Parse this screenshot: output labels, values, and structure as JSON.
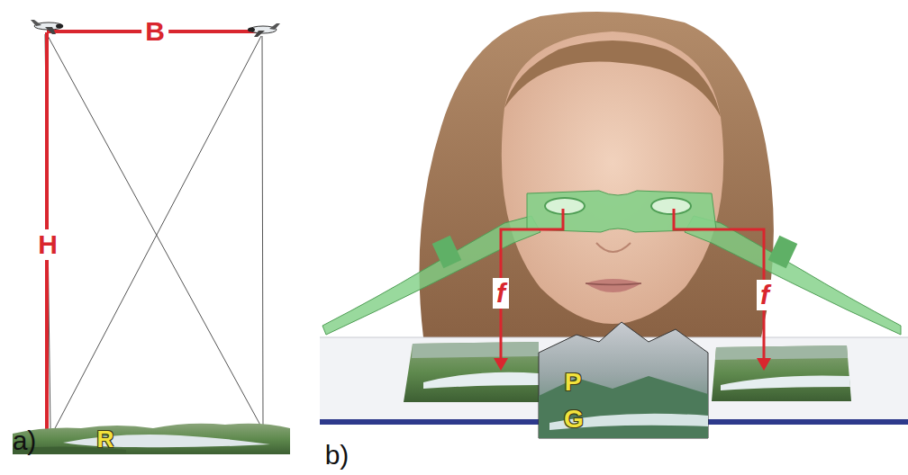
{
  "diagram": {
    "labels": [
      "B",
      "H",
      "R",
      "a)",
      "f",
      "f",
      "P",
      "G",
      "b)"
    ]
  }
}
